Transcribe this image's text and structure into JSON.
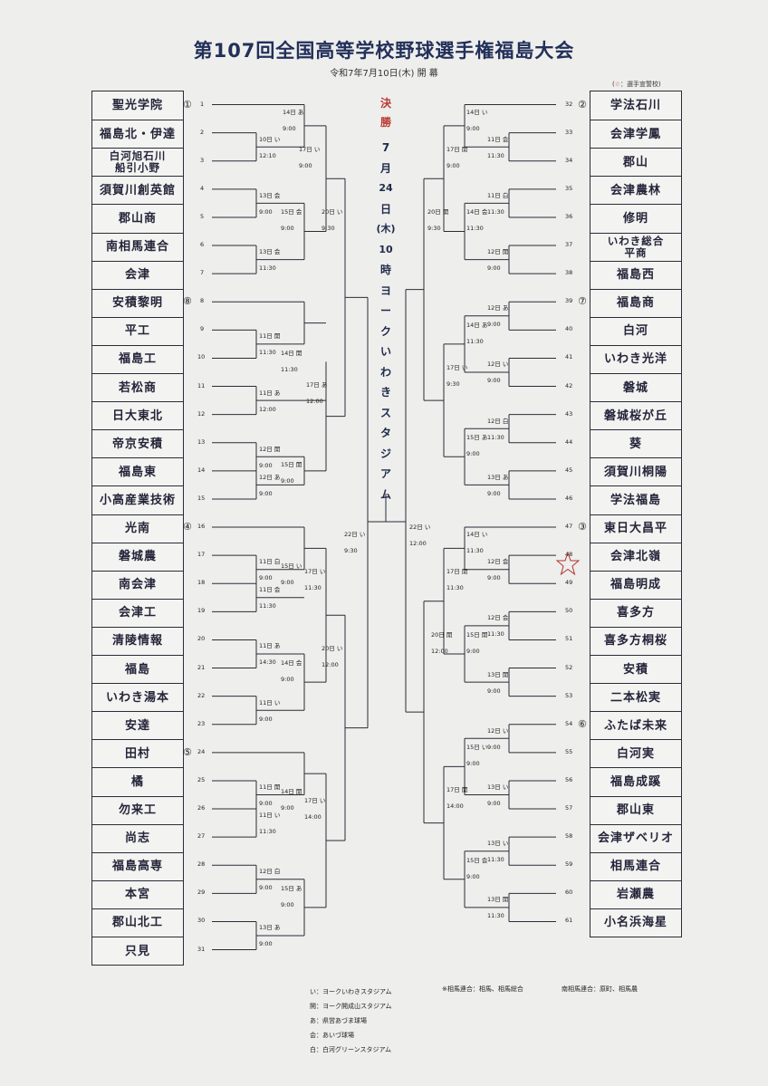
{
  "title": "第107回全国高等学校野球選手権福島大会",
  "subtitle": "令和7年7月10日(木) 開 幕",
  "star_legend": {
    "star": "☆",
    "text": "：選手宣誓校"
  },
  "final": {
    "label_chars": [
      "決",
      "勝"
    ],
    "detail_chars": [
      "7",
      "月",
      "24",
      "日",
      "(木)",
      "10",
      "時",
      "ヨ",
      "ー",
      "ク",
      "い",
      "わ",
      "き",
      "ス",
      "タ",
      "ジ",
      "ア",
      "ム"
    ]
  },
  "left_teams": [
    "聖光学院",
    "福島北・伊達",
    "白河旭石川|船引小野",
    "須賀川創英館",
    "郡山商",
    "南相馬連合",
    "会津",
    "安積黎明",
    "平工",
    "福島工",
    "若松商",
    "日大東北",
    "帝京安積",
    "福島東",
    "小高産業技術",
    "光南",
    "磐城農",
    "南会津",
    "会津工",
    "清陵情報",
    "福島",
    "いわき湯本",
    "安達",
    "田村",
    "橘",
    "勿来工",
    "尚志",
    "福島高専",
    "本宮",
    "郡山北工",
    "只見"
  ],
  "right_teams": [
    "学法石川",
    "会津学鳳",
    "郡山",
    "会津農林",
    "修明",
    "いわき総合|平商",
    "福島西",
    "福島商",
    "白河",
    "いわき光洋",
    "磐城",
    "磐城桜が丘",
    "葵",
    "須賀川桐陽",
    "学法福島",
    "東日大昌平",
    "会津北嶺",
    "福島明成",
    "喜多方",
    "喜多方桐桜",
    "安積",
    "二本松実",
    "ふたば未来",
    "白河実",
    "福島成蹊",
    "郡山東",
    "会津ザベリオ",
    "相馬連合",
    "岩瀬農",
    "小名浜海星"
  ],
  "left_numbers": [
    "1",
    "2",
    "3",
    "4",
    "5",
    "6",
    "7",
    "8",
    "9",
    "10",
    "11",
    "12",
    "13",
    "14",
    "15",
    "16",
    "17",
    "18",
    "19",
    "20",
    "21",
    "22",
    "23",
    "24",
    "25",
    "26",
    "27",
    "28",
    "29",
    "30",
    "31"
  ],
  "right_numbers": [
    "32",
    "33",
    "34",
    "35",
    "36",
    "37",
    "38",
    "39",
    "40",
    "41",
    "42",
    "43",
    "44",
    "45",
    "46",
    "47",
    "48",
    "49",
    "50",
    "51",
    "52",
    "53",
    "54",
    "55",
    "56",
    "57",
    "58",
    "59",
    "60",
    "61"
  ],
  "seeds": {
    "left": [
      "①",
      "⑧",
      "④",
      "⑤"
    ],
    "right": [
      "②",
      "⑦",
      "③",
      "⑥"
    ]
  },
  "selected_team_number": "48",
  "games": {
    "l_r1_2_3": [
      "10日 い",
      "12:10"
    ],
    "l_r2_1": [
      "14日 あ",
      "9:00"
    ],
    "l_r1_4_5": [
      "13日 会",
      "9:00"
    ],
    "l_r1_6_7": [
      "13日 会",
      "11:30"
    ],
    "l_r2_4": [
      "15日 会",
      "9:00"
    ],
    "l_r3_a": [
      "17日 い",
      "9:00"
    ],
    "l_r1_8_9": [
      "11日 開",
      "11:30"
    ],
    "l_r1_10_11": [
      "11日 あ",
      "12:00"
    ],
    "l_r2_8": [
      "14日 開",
      "11:30"
    ],
    "l_r1_12_13": [
      "12日 開",
      "9:00"
    ],
    "l_r1_14_15": [
      "12日 あ",
      "9:00"
    ],
    "l_r2_12": [
      "15日 開",
      "9:00"
    ],
    "l_r3_b": [
      "17日 あ",
      "12:00"
    ],
    "l_qf_top": [
      "20日 い",
      "9:30"
    ],
    "l_sf": [
      "22日 い",
      "9:30"
    ],
    "l_r1_16_17": [
      "11日 白",
      "9:00"
    ],
    "l_r1_18_19": [
      "11日 会",
      "11:30"
    ],
    "l_r2_16": [
      "15日 い",
      "9:00"
    ],
    "l_r1_20_21": [
      "11日 あ",
      "14:30"
    ],
    "l_r1_22_23": [
      "11日 い",
      "9:00"
    ],
    "l_r2_20": [
      "14日 会",
      "9:00"
    ],
    "l_r3_c": [
      "17日 い",
      "11:30"
    ],
    "l_r1_24_25": [
      "11日 開",
      "9:00"
    ],
    "l_r1_26_27": [
      "11日 い",
      "11:30"
    ],
    "l_r2_24": [
      "14日 開",
      "9:00"
    ],
    "l_r1_28_29": [
      "12日 白",
      "9:00"
    ],
    "l_r1_30_31": [
      "13日 あ",
      "9:00"
    ],
    "l_r2_28": [
      "15日 あ",
      "9:00"
    ],
    "l_r3_d": [
      "17日 い",
      "14:00"
    ],
    "l_qf_bot": [
      "20日 い",
      "12:00"
    ],
    "r_r2_32": [
      "14日 い",
      "9:00"
    ],
    "r_r1_33_34": [
      "11日 会",
      "11:30"
    ],
    "r_r3_a": [
      "17日 開",
      "9:00"
    ],
    "r_r1_35_36": [
      "11日 白",
      "11:30"
    ],
    "r_r2_35": [
      "14日 会",
      "11:30"
    ],
    "r_r1_37_38": [
      "12日 開",
      "9:00"
    ],
    "r_qf_top": [
      "20日 開",
      "9:30"
    ],
    "r_r1_39_40": [
      "12日 あ",
      "9:00"
    ],
    "r_r2_39": [
      "14日 あ",
      "11:30"
    ],
    "r_r1_41_42": [
      "12日 い",
      "9:00"
    ],
    "r_r3_b": [
      "17日 い",
      "9:30"
    ],
    "r_r1_43_44": [
      "12日 白",
      "11:30"
    ],
    "r_r2_43": [
      "15日 あ",
      "9:00"
    ],
    "r_r1_45_46": [
      "13日 あ",
      "9:00"
    ],
    "r_sf": [
      "22日 い",
      "12:00"
    ],
    "r_r2_47": [
      "14日 い",
      "11:30"
    ],
    "r_r1_48_49": [
      "12日 会",
      "9:00"
    ],
    "r_r3_c": [
      "17日 開",
      "11:30"
    ],
    "r_r1_50_51": [
      "12日 会",
      "11:30"
    ],
    "r_r2_50": [
      "15日 開",
      "9:00"
    ],
    "r_r1_52_53": [
      "13日 開",
      "9:00"
    ],
    "r_qf_bot": [
      "20日 開",
      "12:00"
    ],
    "r_r1_54_55": [
      "12日 い",
      "9:00"
    ],
    "r_r2_54": [
      "15日 い",
      "9:00"
    ],
    "r_r1_56_57": [
      "13日 い",
      "9:00"
    ],
    "r_r3_d": [
      "17日 開",
      "14:00"
    ],
    "r_r1_58_59": [
      "13日 い",
      "11:30"
    ],
    "r_r2_58": [
      "15日 会",
      "9:00"
    ],
    "r_r1_60_61": [
      "13日 開",
      "11:30"
    ]
  },
  "venue_legend": [
    {
      "code": "い",
      "name": "：ヨークいわきスタジアム"
    },
    {
      "code": "開",
      "name": "：ヨーク開成山スタジアム"
    },
    {
      "code": "あ",
      "name": "：県営あづま球場"
    },
    {
      "code": "会",
      "name": "：あいづ球場"
    },
    {
      "code": "白",
      "name": "：白河グリーンスタジアム"
    }
  ],
  "notes": {
    "note1": "※相馬連合：相馬、相馬総合",
    "note2": "南相馬連合：原町、相馬農"
  },
  "colors": {
    "title": "#22305a",
    "final_red": "#b83a2f",
    "star": "#b1342e",
    "line": "#2b2b3a"
  }
}
